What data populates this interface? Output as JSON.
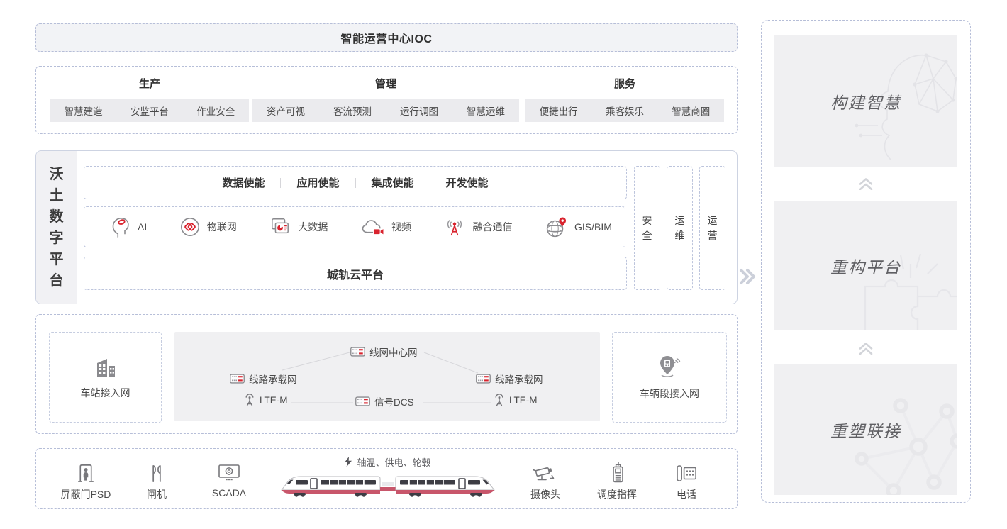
{
  "ioc": {
    "title": "智能运营中心IOC"
  },
  "business": {
    "groups": [
      {
        "title": "生产",
        "items": [
          "智慧建造",
          "安监平台",
          "作业安全"
        ]
      },
      {
        "title": "管理",
        "items": [
          "资产可视",
          "客流预测",
          "运行调图",
          "智慧运维"
        ]
      },
      {
        "title": "服务",
        "items": [
          "便捷出行",
          "乘客娱乐",
          "智慧商圈"
        ]
      }
    ]
  },
  "platform": {
    "label": "沃土数字平台",
    "enablement": [
      "数据使能",
      "应用使能",
      "集成使能",
      "开发使能"
    ],
    "capabilities": [
      {
        "name": "AI",
        "icon": "ai-head-icon"
      },
      {
        "name": "物联网",
        "icon": "iot-link-icon"
      },
      {
        "name": "大数据",
        "icon": "big-data-chart-icon"
      },
      {
        "name": "视频",
        "icon": "video-cloud-icon"
      },
      {
        "name": "融合通信",
        "icon": "converged-comms-antenna-icon"
      },
      {
        "name": "GIS/BIM",
        "icon": "globe-pin-icon"
      }
    ],
    "cloud_platform": "城轨云平台",
    "pillars": [
      "安全",
      "运维",
      "运营"
    ]
  },
  "network": {
    "station_access": "车站接入网",
    "depot_access": "车辆段接入网",
    "center_net": "线网中心网",
    "line_net_left": "线路承载网",
    "line_net_right": "线路承载网",
    "lte_left": "LTE-M",
    "signal_dcs": "信号DCS",
    "lte_right": "LTE-M"
  },
  "devices": {
    "psd": "屏蔽门PSD",
    "gate": "闸机",
    "scada": "SCADA",
    "train_label": "轴温、供电、轮毂",
    "camera": "摄像头",
    "dispatch": "调度指挥",
    "phone": "电话"
  },
  "sidebar": {
    "cards": [
      {
        "title": "构建智慧",
        "icon": "brain-mesh-illustration"
      },
      {
        "title": "重构平台",
        "icon": "puzzle-illustration"
      },
      {
        "title": "重塑联接",
        "icon": "network-graph-illustration"
      }
    ]
  },
  "colors": {
    "accent_red": "#d9232e",
    "train_stripe": "#c8566b",
    "dashed_border": "#b6bed8",
    "panel_gray": "#f1f1f4",
    "icon_gray": "#8a8a8e",
    "text_dark": "#333333",
    "text_secondary": "#4a4a4a",
    "arrow_gray": "#ccd0da"
  }
}
